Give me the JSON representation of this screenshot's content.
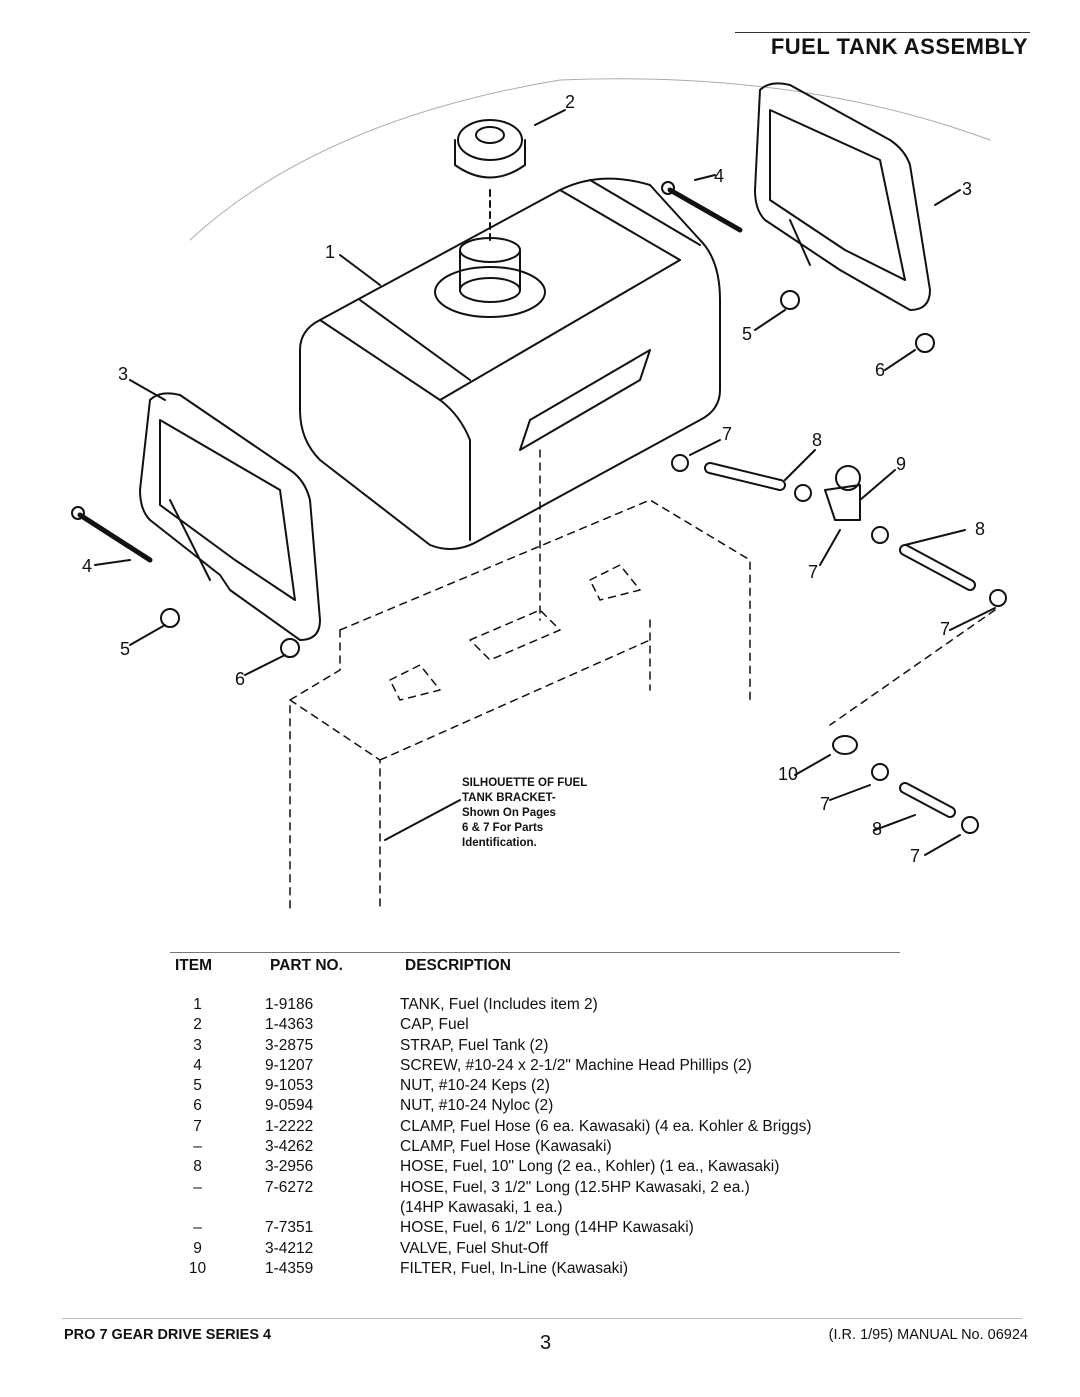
{
  "header": {
    "title": "FUEL TANK ASSEMBLY"
  },
  "callouts": [
    "1",
    "2",
    "3",
    "3",
    "4",
    "4",
    "5",
    "5",
    "6",
    "6",
    "7",
    "7",
    "7",
    "7",
    "7",
    "8",
    "8",
    "8",
    "9",
    "10"
  ],
  "note": {
    "line1": "SILHOUETTE OF FUEL",
    "line2": "TANK BRACKET-",
    "line3": "Shown On Pages",
    "line4": "6 & 7 For Parts",
    "line5": "Identification."
  },
  "parts_table": {
    "headers": {
      "item": "ITEM",
      "part_no": "PART NO.",
      "description": "DESCRIPTION"
    },
    "rows": [
      {
        "item": "1",
        "part": "1-9186",
        "desc": "TANK, Fuel (Includes item 2)"
      },
      {
        "item": "2",
        "part": "1-4363",
        "desc": "CAP, Fuel"
      },
      {
        "item": "3",
        "part": "3-2875",
        "desc": "STRAP, Fuel Tank (2)"
      },
      {
        "item": "4",
        "part": "9-1207",
        "desc": "SCREW, #10-24 x 2-1/2\" Machine Head Phillips (2)"
      },
      {
        "item": "5",
        "part": "9-1053",
        "desc": "NUT, #10-24  Keps (2)"
      },
      {
        "item": "6",
        "part": "9-0594",
        "desc": "NUT, #10-24 Nyloc (2)"
      },
      {
        "item": "7",
        "part": "1-2222",
        "desc": "CLAMP, Fuel Hose (6 ea. Kawasaki) (4 ea. Kohler & Briggs)"
      },
      {
        "item": "–",
        "part": "3-4262",
        "desc": "CLAMP, Fuel Hose (Kawasaki)"
      },
      {
        "item": "8",
        "part": "3-2956",
        "desc": "HOSE, Fuel, 10\" Long (2 ea., Kohler) (1 ea., Kawasaki)"
      },
      {
        "item": "–",
        "part": "7-6272",
        "desc": "HOSE, Fuel, 3 1/2\" Long (12.5HP Kawasaki, 2 ea.)"
      },
      {
        "item": "",
        "part": "",
        "desc": "    (14HP Kawasaki, 1 ea.)"
      },
      {
        "item": "–",
        "part": "7-7351",
        "desc": "HOSE, Fuel, 6 1/2\" Long (14HP Kawasaki)"
      },
      {
        "item": "9",
        "part": "3-4212",
        "desc": "VALVE, Fuel Shut-Off"
      },
      {
        "item": "10",
        "part": "1-4359",
        "desc": "FILTER, Fuel, In-Line (Kawasaki)"
      }
    ]
  },
  "footer": {
    "left": "PRO 7 GEAR DRIVE SERIES 4",
    "page": "3",
    "right": "(I.R. 1/95) MANUAL No. 06924"
  }
}
